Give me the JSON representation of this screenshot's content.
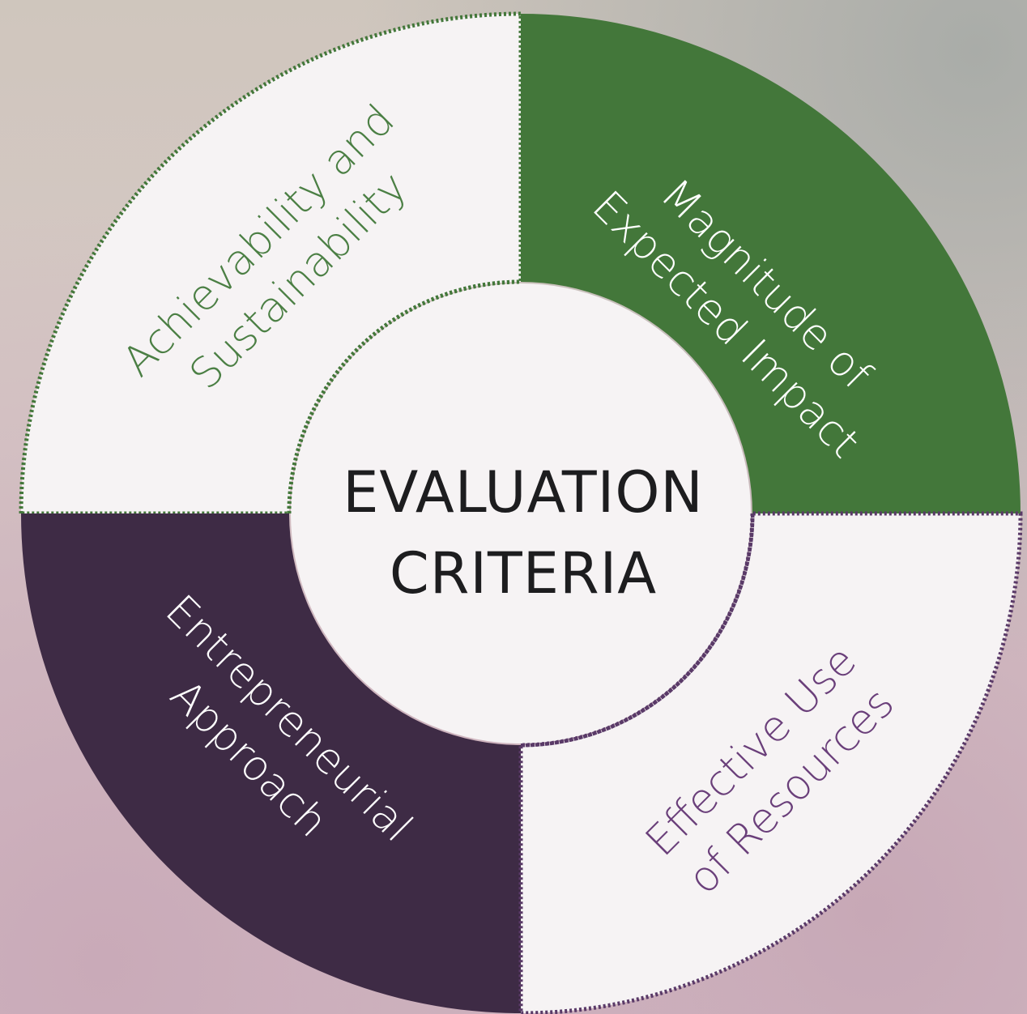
{
  "center": {
    "line1": "EVALUATION",
    "line2": "CRITERIA"
  },
  "quadrants": {
    "top_left": {
      "line1": "Achievability and",
      "line2": "Sustainability"
    },
    "top_right": {
      "line1": "Magnitude of",
      "line2": "Expected Impact"
    },
    "bottom_left": {
      "line1": "Entrepreneurial",
      "line2": "Approach"
    },
    "bottom_right": {
      "line1": "Effective Use",
      "line2": "of Resources"
    }
  },
  "colors": {
    "green": "#43773a",
    "purple": "#3e2b45",
    "light": "#f6f3f4",
    "green_text": "#4b7f44",
    "purple_text": "#6a3f7a",
    "dotted_green": "#43773a",
    "dotted_purple": "#5a3a68"
  }
}
